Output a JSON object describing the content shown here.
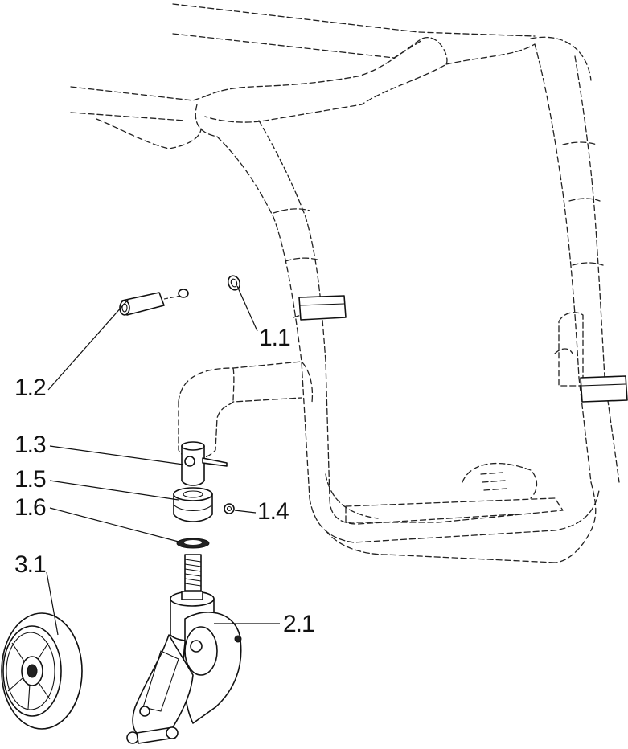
{
  "callouts": {
    "c1_1": "1.1",
    "c1_2": "1.2",
    "c1_3": "1.3",
    "c1_4": "1.4",
    "c1_5": "1.5",
    "c1_6": "1.6",
    "c2_1": "2.1",
    "c3_1": "3.1"
  }
}
